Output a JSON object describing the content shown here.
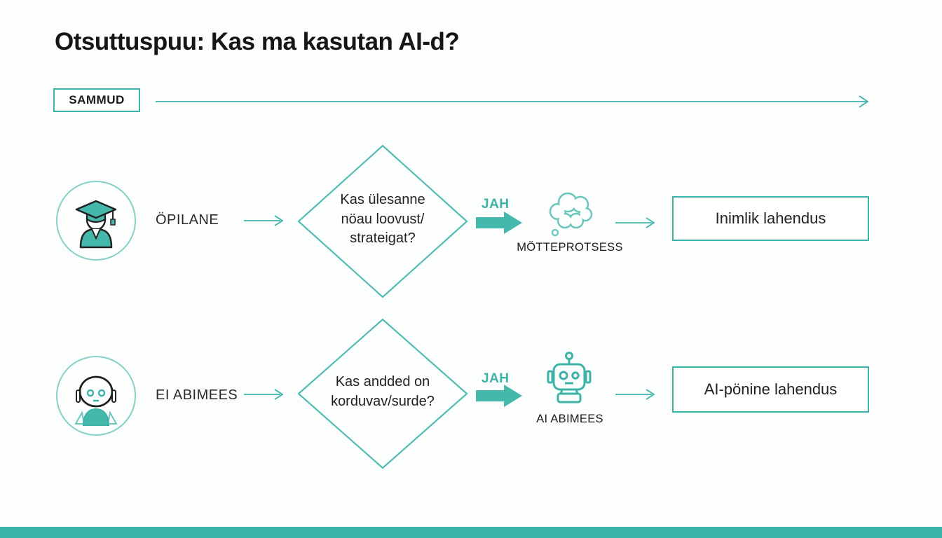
{
  "title": "Otsuttuspuu: Kas ma kasutan AI-d?",
  "timeline": {
    "label": "SAMMUD"
  },
  "rows": [
    {
      "actor_icon": "student-icon",
      "actor_label": "ÖPILANE",
      "question": "Kas ülesanne\nnöau loovust/\nstrateigat?",
      "branch_label": "JAH",
      "process_icon": "thought-cloud-icon",
      "process_label": "MÖTTEPROTSESS",
      "result": "Inimlik lahendus"
    },
    {
      "actor_icon": "robot-avatar-icon",
      "actor_label": "EI ABIMEES",
      "question": "Kas andded on\nkorduvav/surde?",
      "branch_label": "JAH",
      "process_icon": "robot-icon",
      "process_label": "AI ABIMEES",
      "result": "AI-pönine lahendus"
    }
  ],
  "colors": {
    "teal": "#3db3a8",
    "teal_light": "#6cc6bc",
    "teal_fill": "#45b8ac",
    "text_dark": "#1e1e1e",
    "footer_bar": "#3cb4a9"
  }
}
